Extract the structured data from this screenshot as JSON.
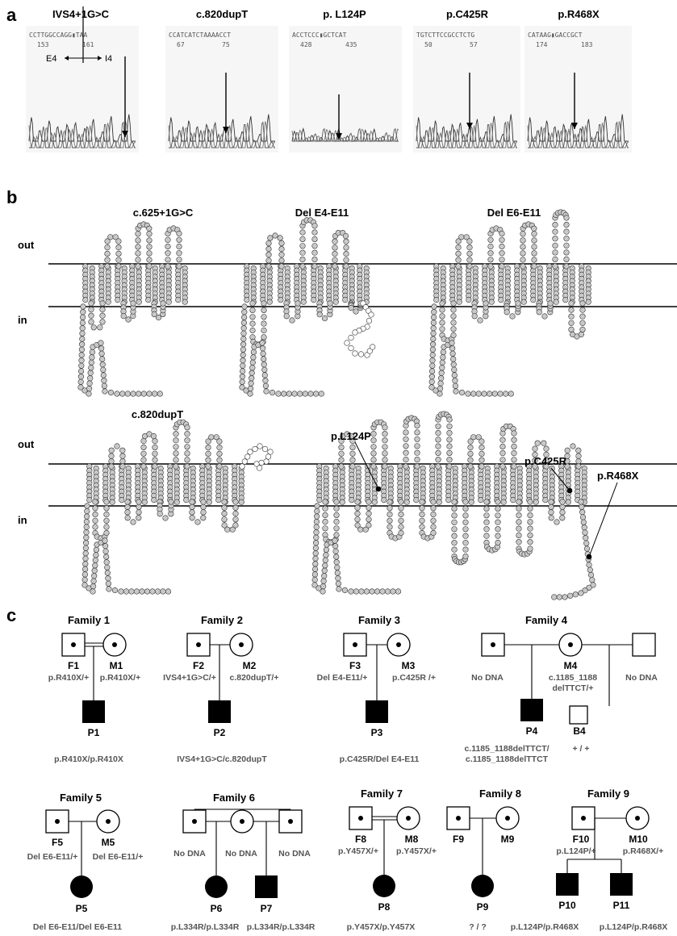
{
  "panel_a": {
    "letter": "a",
    "chromatograms": [
      {
        "title": "IVS4+1G>C",
        "seq": "CCTTGGCCAGG▮TAA",
        "pos_left": "153",
        "pos_right": "161",
        "exon_label": "E4",
        "intron_label": "I4"
      },
      {
        "title": "c.820dupT",
        "seq": "CCATCATCTAAAACCT",
        "pos_left": "67",
        "pos_right": "75"
      },
      {
        "title": "p. L124P",
        "seq": "ACCTCCC▮GCTCAT",
        "pos_left": "428",
        "pos_right": "435"
      },
      {
        "title": "p.C425R",
        "seq": "TGTCTTCCGCCTCTG",
        "pos_left": "50",
        "pos_right": "57"
      },
      {
        "title": "p.R468X",
        "seq": "CATAAG▮GACCGCT",
        "pos_left": "174",
        "pos_right": "183"
      }
    ]
  },
  "panel_b": {
    "letter": "b",
    "out_label": "out",
    "in_label": "in",
    "topologies_row1": [
      "c.625+1G>C",
      "Del E4-E11",
      "Del E6-E11"
    ],
    "topologies_row2": [
      "c.820dupT"
    ],
    "mutation_labels": [
      "p.L124P",
      "p.C425R",
      "p.R468X"
    ]
  },
  "panel_c": {
    "letter": "c",
    "families": [
      {
        "title": "Family 1",
        "father": "F1",
        "mother": "M1",
        "father_geno": "p.R410X/+",
        "mother_geno": "p.R410X/+",
        "child": "P1",
        "child_geno": "p.R410X/p.R410X"
      },
      {
        "title": "Family 2",
        "father": "F2",
        "mother": "M2",
        "father_geno": "IVS4+1G>C/+",
        "mother_geno": "c.820dupT/+",
        "child": "P2",
        "child_geno": "IVS4+1G>C/c.820dupT"
      },
      {
        "title": "Family 3",
        "father": "F3",
        "mother": "M3",
        "father_geno": "Del E4-E11/+",
        "mother_geno": "p.C425R /+",
        "child": "P3",
        "child_geno": "p.C425R/Del E4-E11"
      },
      {
        "title": "Family 4",
        "mother": "M4",
        "father_geno": "No DNA",
        "mother_geno_1": "c.1185_1188",
        "mother_geno_2": "delTTCT/+",
        "other_geno": "No DNA",
        "child": "P4",
        "child_geno_1": "c.1185_1188delTTCT/",
        "child_geno_2": "c.1185_1188delTTCT",
        "sib": "B4",
        "sib_geno": "+ / +"
      },
      {
        "title": "Family 5",
        "father": "F5",
        "mother": "M5",
        "father_geno": "Del E6-E11/+",
        "mother_geno": "Del E6-E11/+",
        "child": "P5",
        "child_geno": "Del E6-E11/Del E6-E11"
      },
      {
        "title": "Family 6",
        "geno_1": "No DNA",
        "geno_2": "No DNA",
        "geno_3": "No DNA",
        "child_1": "P6",
        "child_1_geno": "p.L334R/p.L334R",
        "child_2": "P7",
        "child_2_geno": "p.L334R/p.L334R"
      },
      {
        "title": "Family 7",
        "father": "F8",
        "mother": "M8",
        "father_geno": "p.Y457X/+",
        "mother_geno": "p.Y457X/+",
        "child": "P8",
        "child_geno": "p.Y457X/p.Y457X"
      },
      {
        "title": "Family 8",
        "father": "F9",
        "mother": "M9",
        "child": "P9",
        "child_geno": "? / ?"
      },
      {
        "title": "Family 9",
        "father": "F10",
        "mother": "M10",
        "father_geno": "p.L124P/+",
        "mother_geno": "p.R468X/+",
        "child_1": "P10",
        "child_1_geno": "p.L124P/p.R468X",
        "child_2": "P11",
        "child_2_geno": "p.L124P/p.R468X"
      }
    ]
  }
}
